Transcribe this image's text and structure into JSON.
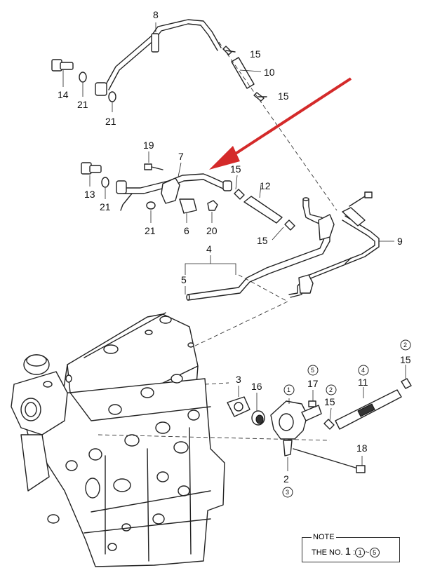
{
  "labels": {
    "p8": "8",
    "p15a": "15",
    "p10": "10",
    "p15b": "15",
    "p14": "14",
    "p21a": "21",
    "p21b": "21",
    "p19": "19",
    "p7": "7",
    "p15c": "15",
    "p12": "12",
    "p13": "13",
    "p21c": "21",
    "p21d": "21",
    "p6": "6",
    "p20": "20",
    "p15d": "15",
    "p9": "9",
    "p4": "4",
    "p5": "5",
    "p3": "3",
    "p16": "16",
    "p1c": "1",
    "p17": "17",
    "p5c": "5",
    "p15e": "15",
    "p2c": "2",
    "p11": "11",
    "p4c": "4",
    "p15f": "15",
    "p2c2": "2",
    "p18": "18",
    "p2": "2",
    "p3c": "3"
  },
  "note": {
    "title": "NOTE",
    "prefix": "THE NO.",
    "number": "1",
    "range_start": "1",
    "range_sep": "~",
    "range_end": "5"
  },
  "colors": {
    "arrow": "#d42a2a",
    "line": "#222222"
  }
}
